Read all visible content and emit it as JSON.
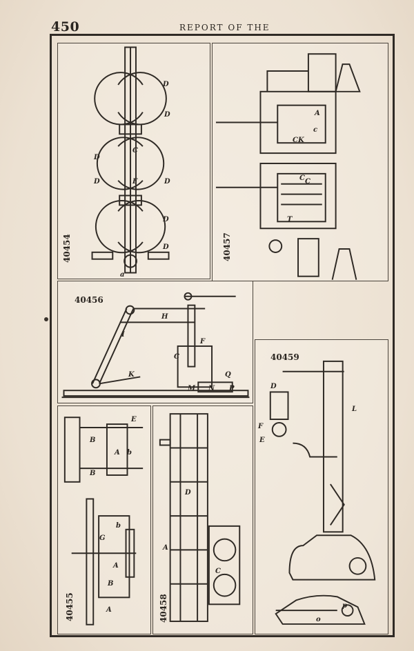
{
  "page": {
    "number": "450",
    "running_title": "REPORT OF THE"
  },
  "figures": [
    {
      "id": "40454",
      "letters": [
        "D",
        "D",
        "D",
        "D",
        "D",
        "D",
        "D",
        "C",
        "F",
        "a"
      ]
    },
    {
      "id": "40457",
      "letters": [
        "C",
        "K",
        "A",
        "c",
        "C",
        "C",
        "T"
      ]
    },
    {
      "id": "40456",
      "letters": [
        "H",
        "I",
        "F",
        "C",
        "K",
        "M",
        "N",
        "P",
        "Q"
      ]
    },
    {
      "id": "40459",
      "letters": [
        "D",
        "F",
        "E",
        "L",
        "o",
        "p"
      ]
    },
    {
      "id": "40455",
      "letters": [
        "E",
        "B",
        "B",
        "A",
        "b",
        "G",
        "b",
        "A",
        "B",
        "A"
      ]
    },
    {
      "id": "40458",
      "letters": [
        "D",
        "A",
        "C"
      ]
    }
  ]
}
